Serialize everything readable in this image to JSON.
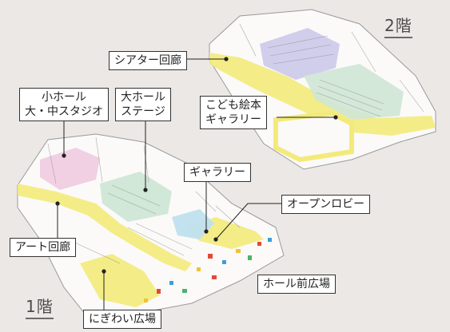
{
  "floors": {
    "floor2": "2階",
    "floor1": "1階"
  },
  "labels": {
    "theater_corridor": "シアター回廊",
    "kids_gallery": [
      "こども絵本",
      "ギャラリー"
    ],
    "small_hall": [
      "小ホール",
      "大・中スタジオ"
    ],
    "large_hall": [
      "大ホール",
      "ステージ"
    ],
    "gallery": "ギャラリー",
    "open_lobby": "オープンロビー",
    "art_corridor": "アート回廊",
    "hall_front_plaza": "ホール前広場",
    "nigiwai_plaza": "にぎわい広場"
  },
  "colors": {
    "background": "#ece8e6",
    "corridor": "#f3ea7a",
    "theater_zone": "#c9c6ea",
    "hall_zone": "#cfe6d6",
    "studio_zone": "#efcde0",
    "gallery_zone": "#bfe0ef",
    "plaza_accents": [
      "#e04a3a",
      "#f2c230",
      "#3aa0d8",
      "#4bb36b"
    ],
    "leader": "#222222"
  }
}
